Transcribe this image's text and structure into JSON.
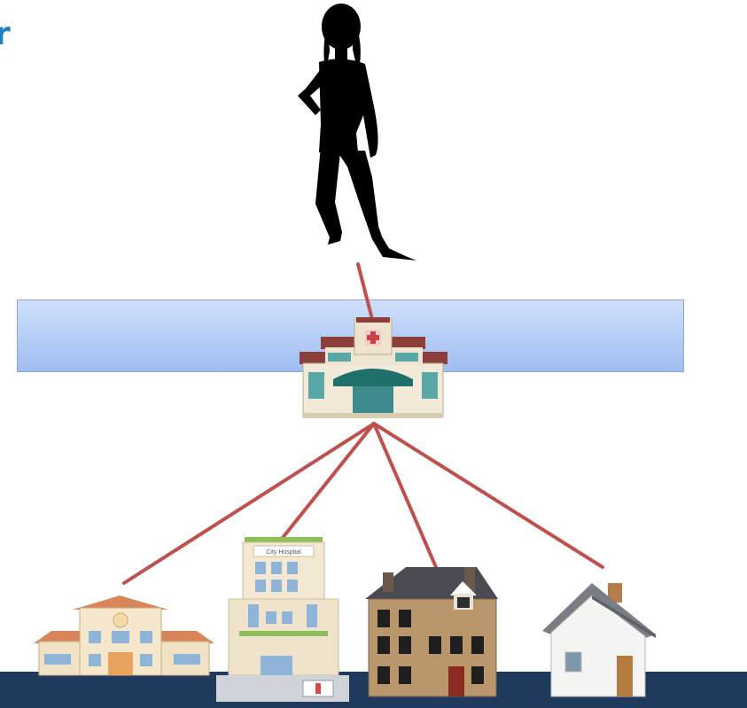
{
  "diagram": {
    "nodes": [
      {
        "id": "woman",
        "kind": "person-silhouette-icon"
      },
      {
        "id": "hub",
        "kind": "hospital-icon"
      },
      {
        "id": "facility-1",
        "kind": "school-building-icon"
      },
      {
        "id": "facility-2",
        "kind": "city-hospital-icon",
        "sign": "City Hospital"
      },
      {
        "id": "facility-3",
        "kind": "townhouse-icon"
      },
      {
        "id": "facility-4",
        "kind": "small-house-icon"
      }
    ],
    "edges": [
      {
        "from": "woman",
        "to": "hub"
      },
      {
        "from": "hub",
        "to": "facility-1"
      },
      {
        "from": "hub",
        "to": "facility-2"
      },
      {
        "from": "hub",
        "to": "facility-3"
      },
      {
        "from": "hub",
        "to": "facility-4"
      }
    ],
    "colors": {
      "connector": "#c0504d",
      "band": "#b9d0f7",
      "ground": "#1f3a5c",
      "silhouette": "#000000"
    }
  }
}
